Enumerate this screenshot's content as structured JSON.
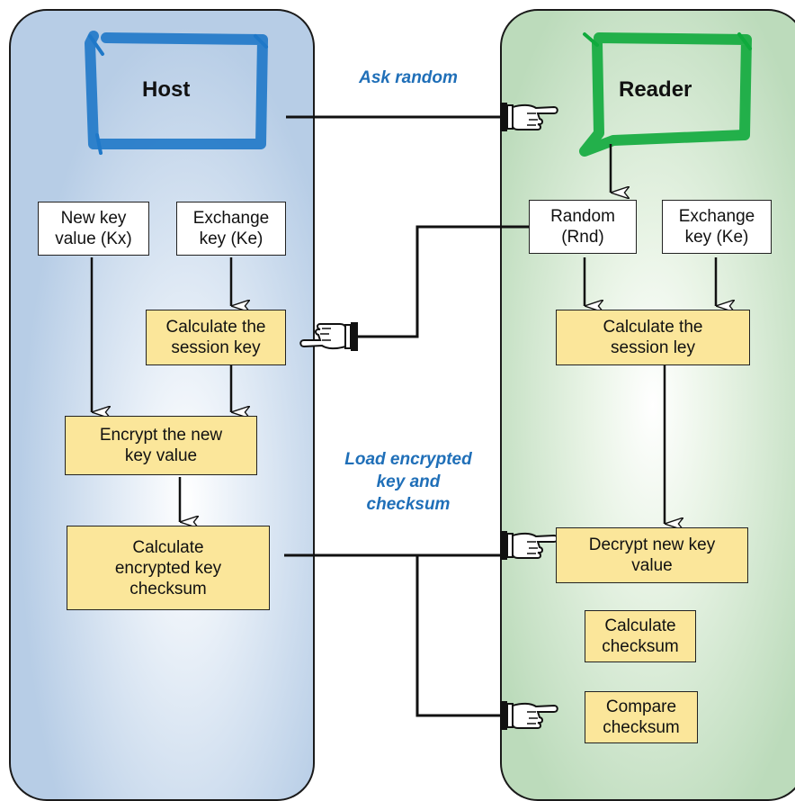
{
  "host": {
    "title": "Host",
    "new_key_box": "New key\nvalue (Kx)",
    "exchange_key_box": "Exchange\nkey (Ke)",
    "session_key_box": "Calculate the\nsession key",
    "encrypt_box": "Encrypt the new\nkey value",
    "checksum_box": "Calculate\nencrypted key\nchecksum"
  },
  "reader": {
    "title": "Reader",
    "random_box": "Random\n(Rnd)",
    "exchange_key_box": "Exchange\nkey (Ke)",
    "session_key_box": "Calculate the\nsession ley",
    "decrypt_box": "Decrypt new key\nvalue",
    "calc_checksum_box": "Calculate\nchecksum",
    "compare_box": "Compare\nchecksum"
  },
  "messages": {
    "ask_random": "Ask random",
    "load_encrypted": "Load encrypted\nkey and\nchecksum"
  },
  "colors": {
    "host_frame": "#1f78c8",
    "reader_frame": "#0faa3c",
    "box_fill": "#fbe69a",
    "label_blue": "#1f6fb8"
  },
  "icons": [
    "pointing-hand-icon",
    "arrow-down-icon"
  ]
}
